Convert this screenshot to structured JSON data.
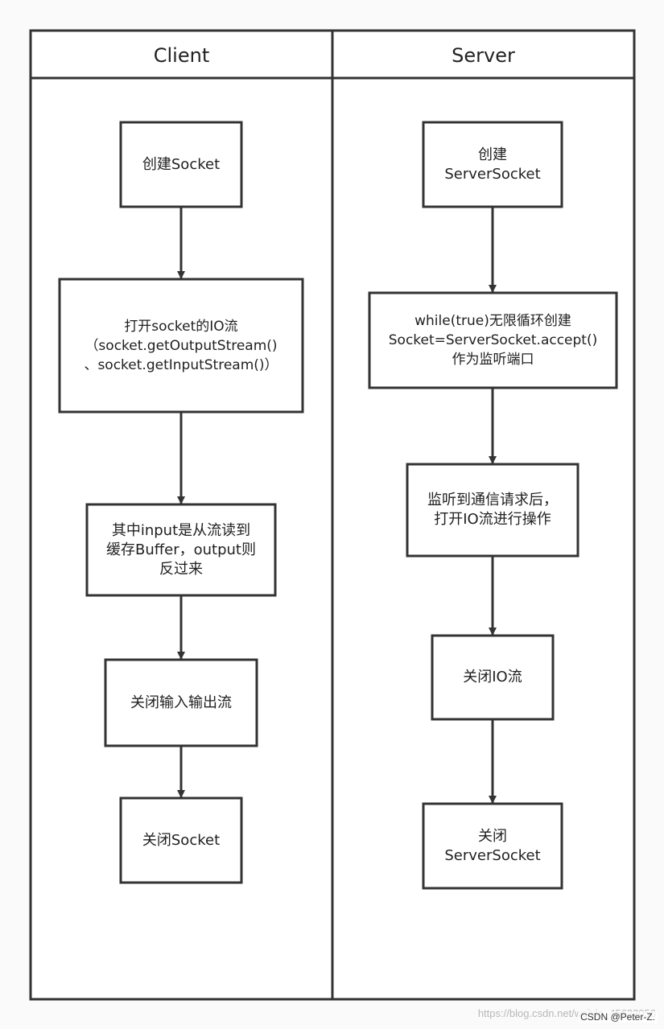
{
  "lanes": {
    "client": {
      "title": "Client"
    },
    "server": {
      "title": "Server"
    }
  },
  "client_steps": [
    "创建Socket",
    "打开socket的IO流\n（socket.getOutputStream()\n、socket.getInputStream()）",
    "其中input是从流读到\n缓存Buffer，output则\n反过来",
    "关闭输入输出流",
    "关闭Socket"
  ],
  "server_steps": [
    "创建\nServerSocket",
    "while(true)无限循环创建\nSocket=ServerSocket.accept()\n作为监听端口",
    "监听到通信请求后，\n打开IO流进行操作",
    "关闭IO流",
    "关闭\nServerSocket"
  ],
  "footer": {
    "watermark": "https://blog.csdn.net/weixin_45632056",
    "credit": "CSDN @Peter-Z."
  }
}
